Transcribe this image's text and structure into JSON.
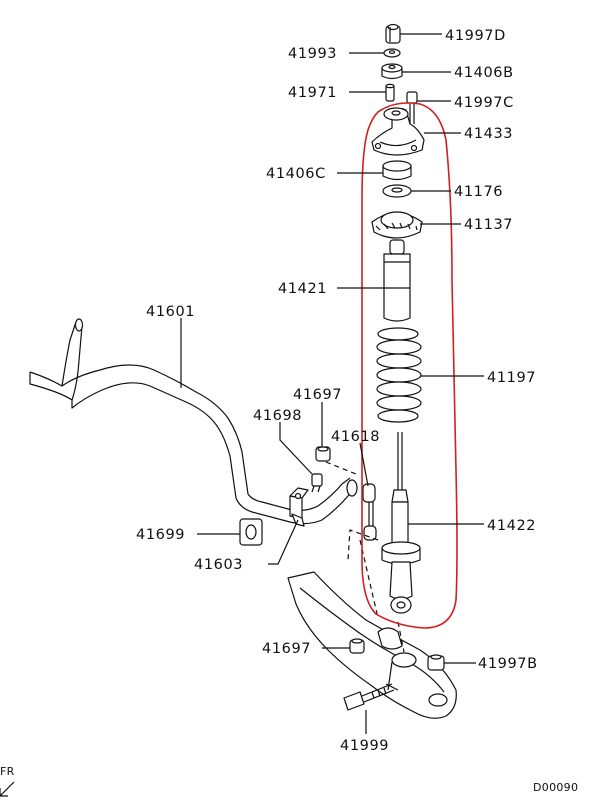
{
  "labels": {
    "p41997D": "41997D",
    "p41993": "41993",
    "p41406B": "41406B",
    "p41971": "41971",
    "p41997C": "41997C",
    "p41433": "41433",
    "p41406C": "41406C",
    "p41176": "41176",
    "p41137": "41137",
    "p41421": "41421",
    "p41601": "41601",
    "p41197": "41197",
    "p41697_upper": "41697",
    "p41698": "41698",
    "p41618": "41618",
    "p41422": "41422",
    "p41699": "41699",
    "p41603": "41603",
    "p41697_lower": "41697",
    "p41997B": "41997B",
    "p41999": "41999"
  },
  "front_marker": "FR",
  "diagram_code": "D00090",
  "colors": {
    "highlight": "#d02020",
    "ink": "#111111"
  }
}
